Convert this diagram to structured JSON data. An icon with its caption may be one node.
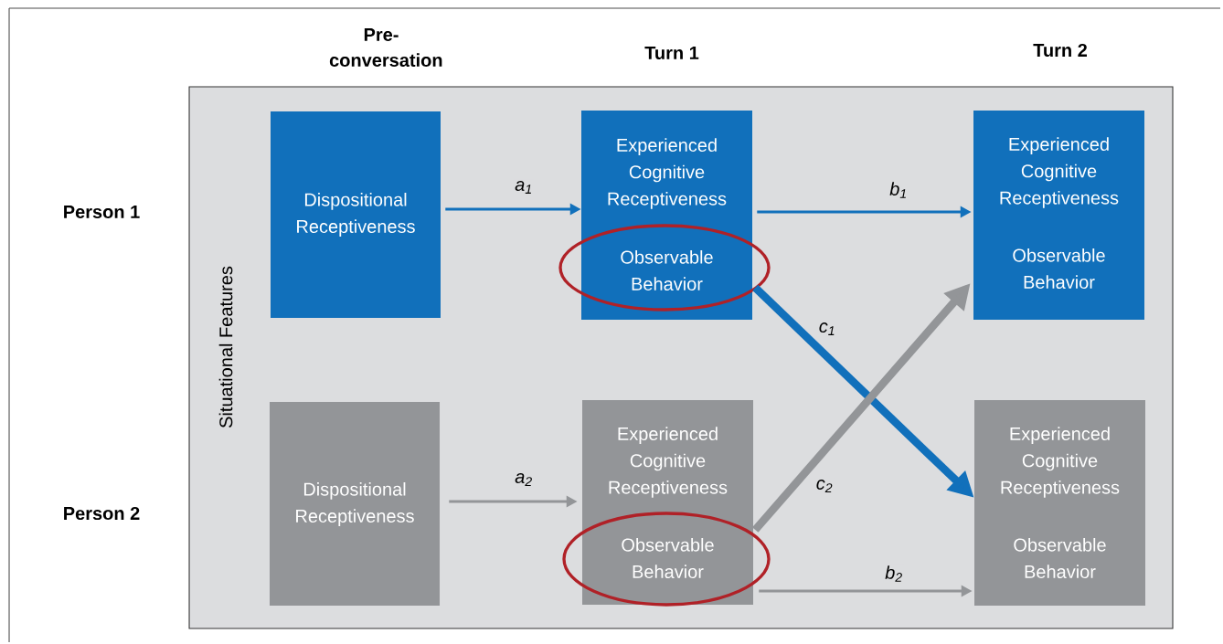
{
  "diagram": {
    "nodes": [
      {
        "text": [
          "Situational Features"
        ]
      },
      {
        "text": [
          "Dispositional Receptiveness"
        ],
        "in": 0
      },
      {
        "text": [
          "Experienced Cognitive Receptiveness",
          "Observable Behavior"
        ],
        "in": 0
      },
      {
        "text": [
          "Experienced Cognitive Receptiveness",
          "Observable Behavior"
        ],
        "in": 0
      },
      {
        "text": [
          "Dispositional Receptiveness"
        ],
        "in": 0
      },
      {
        "text": [
          "Experienced Cognitive Receptiveness",
          "Observable Behavior"
        ],
        "in": 0
      },
      {
        "text": [
          "Experienced Cognitive Receptiveness",
          "Observable Behavior"
        ],
        "in": 0
      }
    ],
    "edges": [
      {
        "from": 1,
        "to": 2,
        "arrow": "to",
        "label": "a$_{1}$",
        "color": "#1170bb"
      },
      {
        "from": 2,
        "to": 3,
        "arrow": "to",
        "label": "b$_{1}$",
        "color": "#1170bb"
      },
      {
        "from": 2,
        "to": 6,
        "arrow": "to",
        "label": "c$_{1}$",
        "style": "thick",
        "color": "#1170bb"
      },
      {
        "from": 4,
        "to": 5,
        "arrow": "to",
        "label": "a$_{2}$",
        "color": "#939598"
      },
      {
        "from": 5,
        "to": 3,
        "arrow": "to",
        "label": "c$_{2}$",
        "style": "thick",
        "color": "#939598"
      },
      {
        "from": 5,
        "to": 6,
        "arrow": "to",
        "label": "b$_{2}$",
        "color": "#939598"
      }
    ],
    "labels": [
      "Pre-conversation",
      "Turn 1",
      "Turn 2",
      "Person 1",
      "Person 2"
    ]
  }
}
